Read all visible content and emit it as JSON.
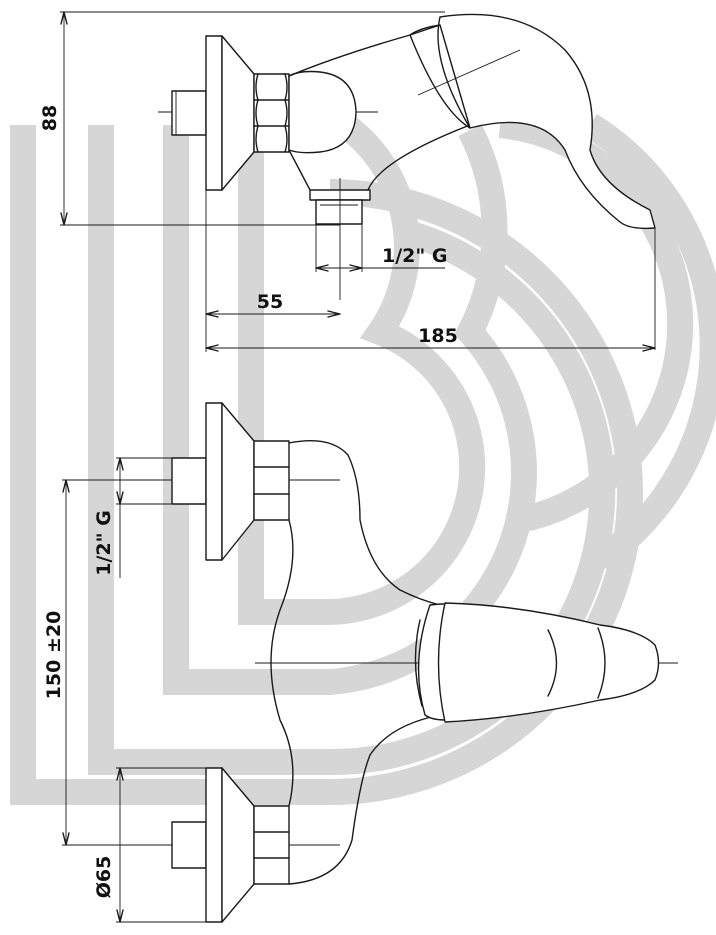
{
  "colors": {
    "line": "#1a1a1a",
    "watermark": "#d6d6d6",
    "background": "#ffffff"
  },
  "dimensions": {
    "height_top": "88",
    "inlet_thread_top": "1/2\" G",
    "inlet_offset": "55",
    "overall_length": "185",
    "inlet_thread_side": "1/2\" G",
    "center_distance": "150 ±20",
    "flange_diameter": "Ø65"
  }
}
